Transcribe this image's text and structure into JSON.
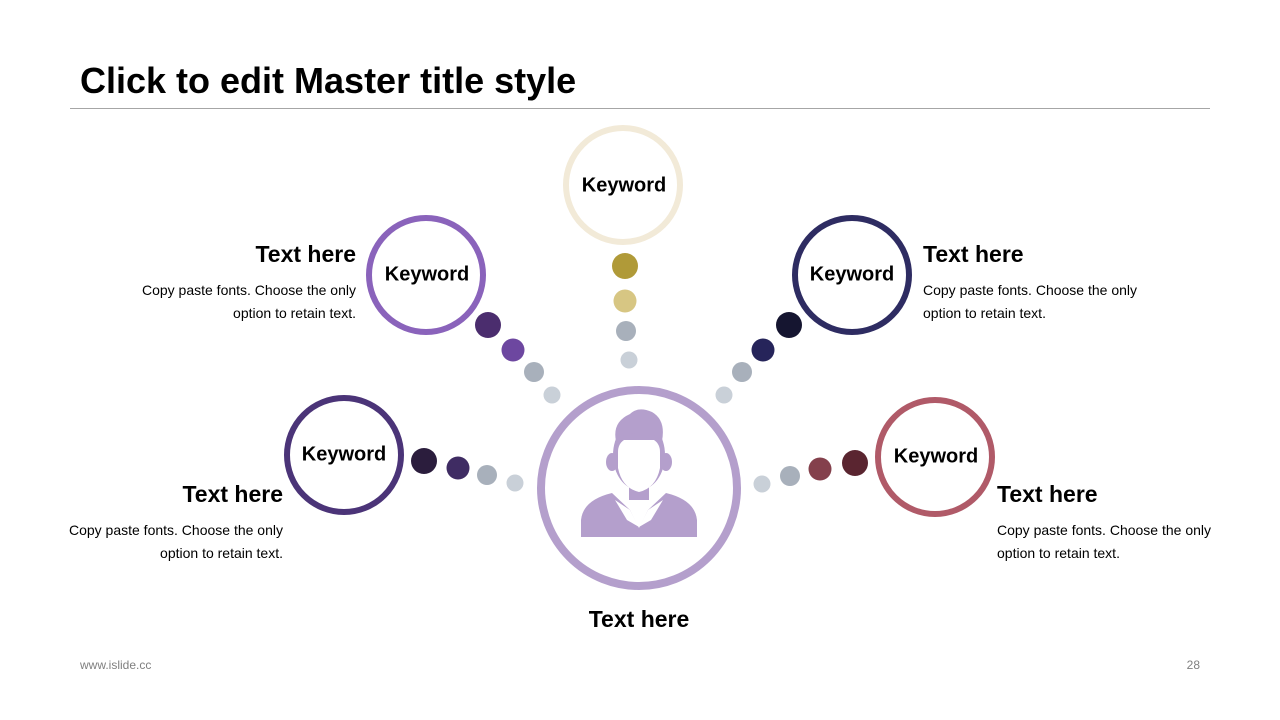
{
  "slide": {
    "title": "Click to edit Master title style",
    "footer_url": "www.islide.cc",
    "page_number": "28"
  },
  "center": {
    "label": "Text here",
    "icon": "person-icon",
    "color": "#b49fcc"
  },
  "keywords": [
    {
      "id": "left-bottom",
      "label": "Keyword",
      "color": "#4b3478",
      "heading": "Text here",
      "body": "Copy paste fonts. Choose the only option to retain text.",
      "dot_colors": [
        "#2b1d3d",
        "#3f2c63",
        "#a8b0bb",
        "#c9d0d8"
      ]
    },
    {
      "id": "left-top",
      "label": "Keyword",
      "color": "#8a63bb",
      "heading": "Text here",
      "body": "Copy paste fonts. Choose the only option to retain text.",
      "dot_colors": [
        "#4b2d6e",
        "#6d47a0",
        "#a8b0bb",
        "#c9d0d8"
      ]
    },
    {
      "id": "top",
      "label": "Keyword",
      "color": "#f2ead8",
      "dot_colors": [
        "#b09a38",
        "#d7c683",
        "#a8b0bb",
        "#c9d0d8"
      ]
    },
    {
      "id": "right-top",
      "label": "Keyword",
      "color": "#2e2c62",
      "heading": "Text here",
      "body": "Copy paste fonts. Choose the only option to retain text.",
      "dot_colors": [
        "#151530",
        "#26245a",
        "#a8b0bb",
        "#c9d0d8"
      ]
    },
    {
      "id": "right-bottom",
      "label": "Keyword",
      "color": "#b05a68",
      "heading": "Text here",
      "body": "Copy paste fonts. Choose the only option to retain text.",
      "dot_colors": [
        "#5a2530",
        "#84404c",
        "#a8b0bb",
        "#c9d0d8"
      ]
    }
  ]
}
